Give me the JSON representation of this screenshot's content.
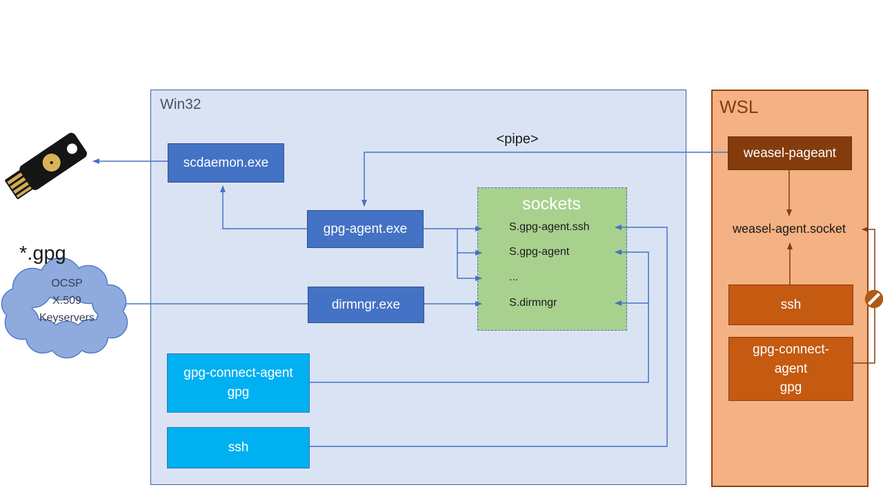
{
  "win32": {
    "label": "Win32",
    "nodes": {
      "scdaemon": "scdaemon.exe",
      "gpg_agent": "gpg-agent.exe",
      "dirmngr": "dirmngr.exe",
      "gpg_connect_agent_line1": "gpg-connect-agent",
      "gpg_connect_agent_line2": "gpg",
      "ssh": "ssh"
    },
    "sockets": {
      "title": "sockets",
      "items": [
        "S.gpg-agent.ssh",
        "S.gpg-agent",
        "...",
        "S.dirmngr"
      ]
    }
  },
  "wsl": {
    "label": "WSL",
    "nodes": {
      "weasel_pageant": "weasel-pageant",
      "weasel_agent_socket": "weasel-agent.socket",
      "ssh": "ssh",
      "gpg_connect_agent_line1": "gpg-connect-",
      "gpg_connect_agent_line2": "agent",
      "gpg_connect_agent_line3": "gpg"
    }
  },
  "left_side": {
    "gpg_files": "*.gpg",
    "cloud_line1": "OCSP",
    "cloud_line2": "X.509",
    "cloud_line3": "Keyservers"
  },
  "pipe_label": "<pipe>",
  "colors": {
    "blue_node": "#4472c4",
    "cyan_node": "#00b0f0",
    "green_sockets": "#a9d18e",
    "wsl_fill": "#f4b183",
    "brown_node": "#843c0c",
    "orange_node": "#c55a11",
    "blue_line": "#4472c4",
    "brown_line": "#843c0c"
  }
}
